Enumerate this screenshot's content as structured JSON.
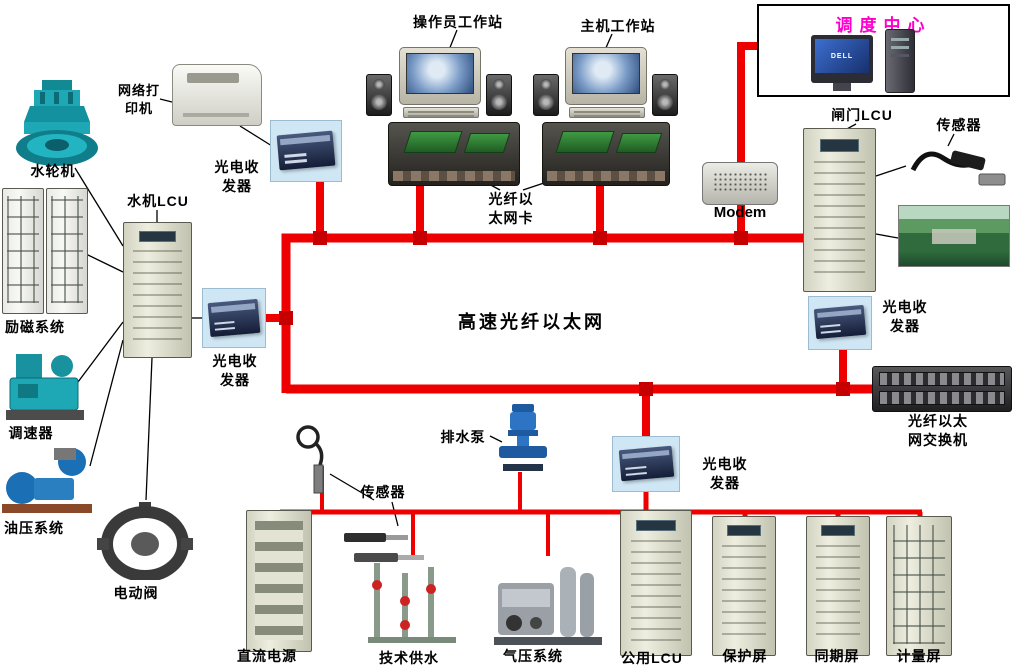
{
  "diagram_title": "高速光纤以太网",
  "dispatch_center": {
    "title": "调度中心",
    "pc_brand": "DELL"
  },
  "nodes": {
    "operator_workstation": "操作员工作站",
    "host_workstation": "主机工作站",
    "network_printer": "网络打\n印机",
    "turbine": "水轮机",
    "hydro_lcu": "水机LCU",
    "excitation_system": "励磁系统",
    "transceiver_top": "光电收\n发器",
    "transceiver_mid": "光电收\n发器",
    "transceiver_right": "光电收\n发器",
    "transceiver_bottom": "光电收\n发器",
    "fiber_nic": "光纤以\n太网卡",
    "modem": "Modem",
    "gate_lcu": "闸门LCU",
    "sensor_top": "传感器",
    "fiber_switch": "光纤以太\n网交换机",
    "drain_pump": "排水泵",
    "sensor_mid": "传感器",
    "governor": "调速器",
    "oil_pressure": "油压系统",
    "electric_valve": "电动阀",
    "dc_power": "直流电源",
    "tech_water": "技术供水",
    "air_pressure": "气压系统",
    "common_lcu": "公用LCU",
    "protection_panel": "保护屏",
    "sync_panel": "同期屏",
    "metering_panel": "计量屏"
  },
  "colors": {
    "ethernet_bus": "#ee0000",
    "dispatch_title": "#ff00cc",
    "background": "#ffffff"
  }
}
